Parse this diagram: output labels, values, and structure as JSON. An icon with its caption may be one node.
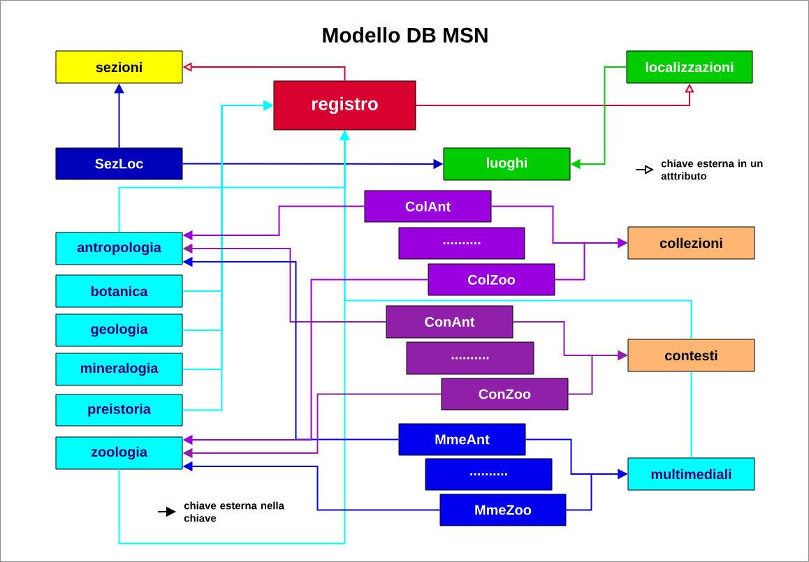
{
  "diagram": {
    "title": "Modello DB MSN",
    "nodes": [
      {
        "text": [
          "sezioni"
        ]
      },
      {
        "text": [
          "registro"
        ]
      },
      {
        "text": [
          "localizzazioni"
        ]
      },
      {
        "text": [
          "SezLoc"
        ]
      },
      {
        "text": [
          "luoghi"
        ]
      },
      {
        "text": [
          "ColAnt"
        ]
      },
      {
        "text": [
          ".........."
        ]
      },
      {
        "text": [
          "collezioni"
        ]
      },
      {
        "text": [
          "antropologia"
        ]
      },
      {
        "text": [
          "ColZoo"
        ]
      },
      {
        "text": [
          "botanica"
        ]
      },
      {
        "text": [
          "ConAnt"
        ]
      },
      {
        "text": [
          "geologia"
        ]
      },
      {
        "text": [
          ".........."
        ]
      },
      {
        "text": [
          "contesti"
        ]
      },
      {
        "text": [
          "mineralogia"
        ]
      },
      {
        "text": [
          "ConZoo"
        ]
      },
      {
        "text": [
          "preistoria"
        ]
      },
      {
        "text": [
          "MmeAnt"
        ]
      },
      {
        "text": [
          ".........."
        ]
      },
      {
        "text": [
          "multimediali"
        ]
      },
      {
        "text": [
          "zoologia"
        ]
      },
      {
        "text": [
          "MmeZoo"
        ]
      }
    ],
    "edges": [
      {
        "from": 1,
        "to": 0,
        "arrow": "to",
        "color": "#d7002f"
      },
      {
        "from": 1,
        "to": 2,
        "arrow": "to",
        "color": "#d7002f"
      },
      {
        "from": 3,
        "to": 0,
        "arrow": "to",
        "color": "#0000bb"
      },
      {
        "from": 3,
        "to": 4,
        "arrow": "to",
        "color": "#0000bb"
      },
      {
        "from": 2,
        "to": 4,
        "arrow": "to",
        "color": "#00cc00"
      },
      {
        "from": 10,
        "to": 1,
        "arrow": "to"
      },
      {
        "from": 12,
        "to": 1,
        "arrow": "to"
      },
      {
        "from": 15,
        "to": 1,
        "arrow": "to"
      },
      {
        "from": 17,
        "to": 1,
        "arrow": "to"
      },
      {
        "from": 8,
        "to": 1,
        "arrow": "to"
      },
      {
        "from": 21,
        "to": 1,
        "arrow": "to"
      },
      {
        "from": 20,
        "to": 14,
        "arrow": "none"
      },
      {
        "from": 14,
        "to": 1,
        "arrow": "to"
      },
      {
        "from": 5,
        "to": 7,
        "arrow": "to",
        "color": "#9900dd"
      },
      {
        "from": 9,
        "to": 7,
        "arrow": "to",
        "color": "#9900dd"
      },
      {
        "from": 5,
        "to": 8,
        "arrow": "to",
        "color": "#9900dd"
      },
      {
        "from": 11,
        "to": 8,
        "arrow": "to",
        "color": "#9020a8"
      },
      {
        "from": 18,
        "to": 8,
        "arrow": "to",
        "color": "#0000ee"
      },
      {
        "from": 9,
        "to": 21,
        "arrow": "to",
        "color": "#9900dd"
      },
      {
        "from": 16,
        "to": 21,
        "arrow": "to",
        "color": "#9020a8"
      },
      {
        "from": 22,
        "to": 21,
        "arrow": "to",
        "color": "#0000ee"
      },
      {
        "from": 11,
        "to": 14,
        "arrow": "to",
        "color": "#9020a8"
      },
      {
        "from": 16,
        "to": 14,
        "arrow": "to",
        "color": "#9020a8"
      },
      {
        "from": 18,
        "to": 20,
        "arrow": "to",
        "color": "#0000ee"
      },
      {
        "from": 22,
        "to": 20,
        "arrow": "to",
        "color": "#0000ee"
      }
    ],
    "legend": [
      {
        "text": "chiave esterna in un atttributo"
      },
      {
        "text": "chiave esterna nella chiave"
      }
    ]
  }
}
